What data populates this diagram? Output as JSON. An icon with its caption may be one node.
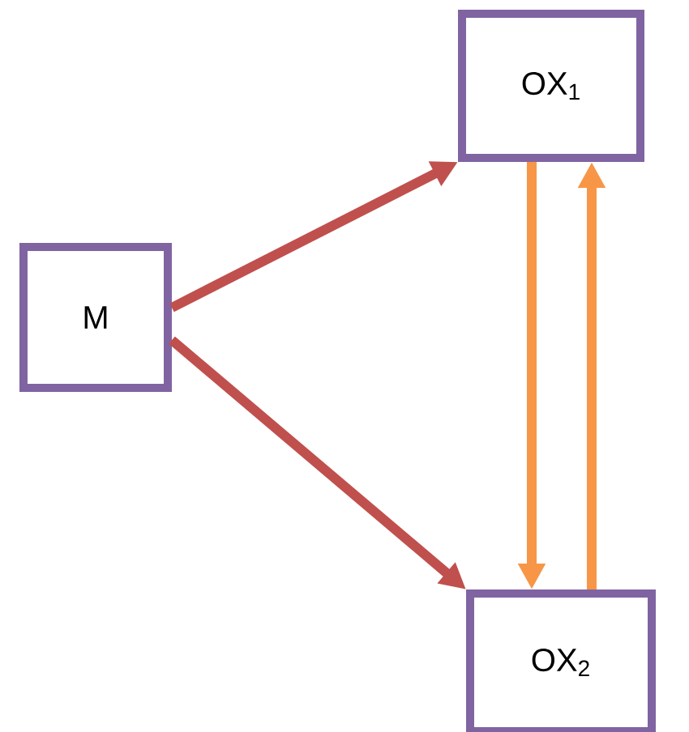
{
  "diagram": {
    "nodes": [
      {
        "text": [
          "M"
        ]
      },
      {
        "text": [
          "OX$_{1}$"
        ]
      },
      {
        "text": [
          "OX$_{2}$"
        ]
      }
    ],
    "edges": [
      {
        "from": 0,
        "to": 1,
        "arrow": "to"
      },
      {
        "from": 0,
        "to": 2,
        "arrow": "to"
      },
      {
        "from": 1,
        "to": 2,
        "arrow": "to",
        "color": "#f79646"
      },
      {
        "from": 2,
        "to": 1,
        "arrow": "to",
        "color": "#f79646"
      }
    ]
  }
}
